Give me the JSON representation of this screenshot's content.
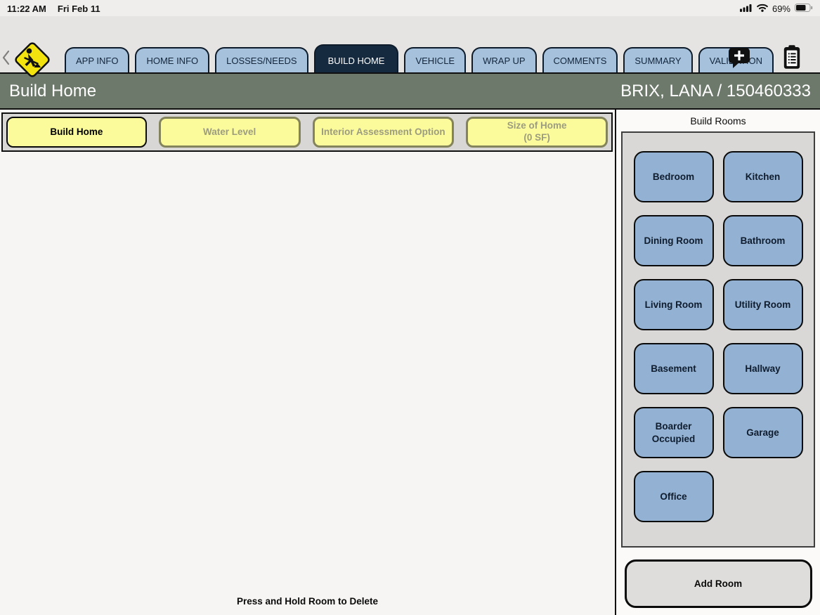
{
  "status_bar": {
    "time": "11:22 AM",
    "date": "Fri Feb 11",
    "battery_percent": "69%"
  },
  "nav": {
    "tabs": [
      {
        "label": "APP INFO"
      },
      {
        "label": "HOME INFO"
      },
      {
        "label": "LOSSES/NEEDS"
      },
      {
        "label": "BUILD HOME"
      },
      {
        "label": "VEHICLE"
      },
      {
        "label": "WRAP UP"
      },
      {
        "label": "COMMENTS"
      },
      {
        "label": "SUMMARY"
      },
      {
        "label": "VALIDATION"
      }
    ],
    "active_tab": "BUILD HOME"
  },
  "header": {
    "title": "Build Home",
    "case_id": "BRIX, LANA / 150460333"
  },
  "subtabs": [
    {
      "label": "Build Home"
    },
    {
      "label": "Water Level"
    },
    {
      "label": "Interior Assessment Option"
    },
    {
      "label": "Size of Home",
      "label2": "(0 SF)"
    }
  ],
  "main": {
    "hint": "Press and Hold Room to Delete"
  },
  "sidebar": {
    "title": "Build Rooms",
    "rooms": [
      "Bedroom",
      "Kitchen",
      "Dining Room",
      "Bathroom",
      "Living Room",
      "Utility Room",
      "Basement",
      "Hallway",
      "Boarder Occupied",
      "Garage",
      "Office"
    ],
    "add_button": "Add Room"
  },
  "icons": {
    "top_right": [
      "comment-add-icon",
      "clipboard-icon"
    ],
    "status": [
      "cellular-signal-icon",
      "wifi-icon",
      "battery-icon"
    ],
    "nav_left": [
      "back-chevron-icon",
      "roadwork-sign-icon"
    ]
  },
  "colors": {
    "header_green": "#6d796b",
    "tab_blue": "#a6c1dc",
    "tab_active_navy": "#15293f",
    "subtab_yellow": "#fbfb9b",
    "room_blue": "#93b2d3",
    "sign_yellow": "#f2e30f"
  }
}
